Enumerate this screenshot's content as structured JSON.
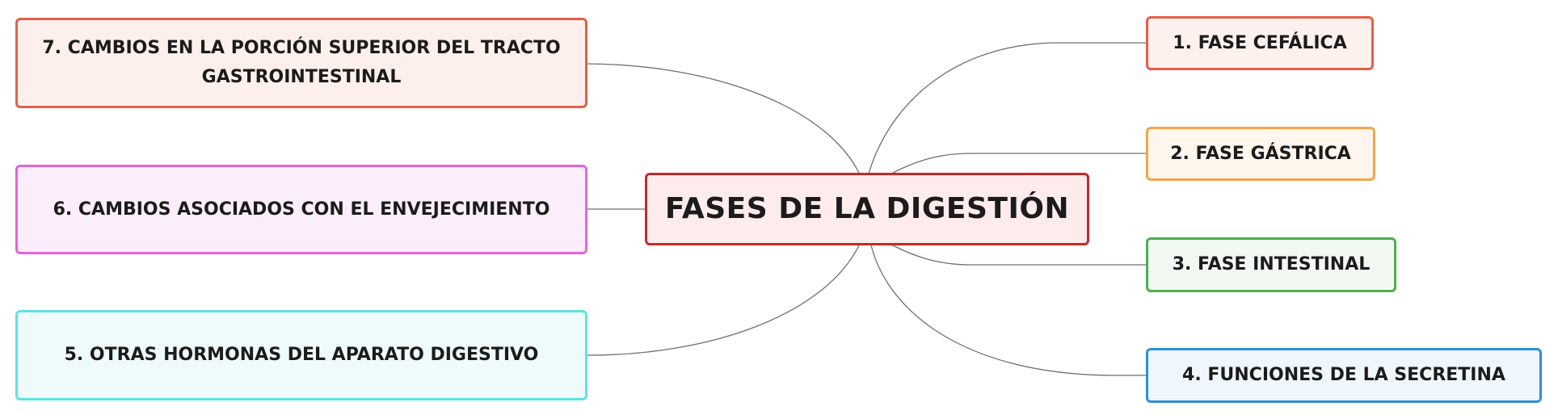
{
  "mindmap": {
    "central": {
      "label": "FASES DE LA DIGESTIÓN",
      "border": "#c62828",
      "fill": "#fdeceb"
    },
    "branches": [
      {
        "id": "b1",
        "label": "1. FASE CEFÁLICA",
        "border": "#e85c4a",
        "fill": "#fdf1ee"
      },
      {
        "id": "b2",
        "label": "2. FASE GÁSTRICA",
        "border": "#f2a649",
        "fill": "#fef6ec"
      },
      {
        "id": "b3",
        "label": "3. FASE INTESTINAL",
        "border": "#4caf50",
        "fill": "#f1f8f1"
      },
      {
        "id": "b4",
        "label": "4. FUNCIONES DE LA SECRETINA",
        "border": "#2f8fd8",
        "fill": "#eff6fc"
      },
      {
        "id": "b5",
        "label": "5. OTRAS HORMONAS DEL APARATO DIGESTIVO",
        "border": "#5ee3e3",
        "fill": "#effbfb"
      },
      {
        "id": "b6",
        "label": "6. CAMBIOS ASOCIADOS CON EL ENVEJECIMIENTO",
        "border": "#e466d6",
        "fill": "#fcedfa"
      },
      {
        "id": "b7",
        "label": "7. CAMBIOS EN LA PORCIÓN SUPERIOR DEL TRACTO GASTROINTESTINAL",
        "border": "#e0614c",
        "fill": "#fdf0ec"
      }
    ]
  }
}
